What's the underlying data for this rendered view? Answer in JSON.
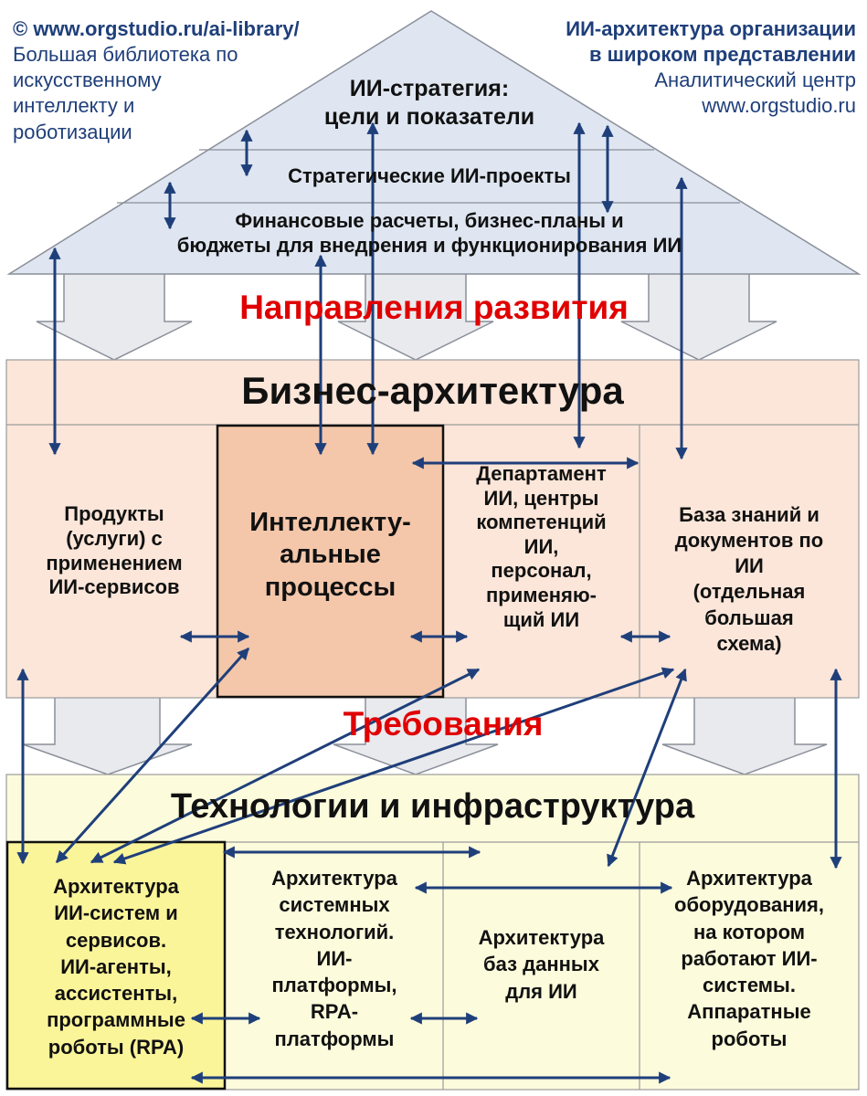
{
  "top_left": {
    "copyright": "© www.orgstudio.ru/ai-library/",
    "lines": [
      "Большая библиотека по",
      "искусственному",
      "интеллекту и",
      "роботизации"
    ]
  },
  "top_right": {
    "title_lines": [
      "ИИ-архитектура организации",
      "в широком представлении"
    ],
    "lines": [
      "Аналитический центр",
      "www.orgstudio.ru"
    ]
  },
  "roof": {
    "strategy": [
      "ИИ-стратегия:",
      "цели и показатели"
    ],
    "projects": "Стратегические ИИ-проекты",
    "finance": [
      "Финансовые расчеты, бизнес-планы и",
      "бюджеты для внедрения и функционирования ИИ"
    ]
  },
  "directions_label": "Направления развития",
  "requirements_label": "Требования",
  "business": {
    "title": "Бизнес-архитектура",
    "products": [
      "Продукты",
      "(услуги) с",
      "применением",
      "ИИ-сервисов"
    ],
    "processes": [
      "Интеллекту-",
      "альные",
      "процессы"
    ],
    "department": [
      "Департамент",
      "ИИ, центры",
      "компетенций",
      "ИИ,",
      "персонал,",
      "применяю-",
      "щий ИИ"
    ],
    "knowledge": [
      "База знаний и",
      "документов по",
      "ИИ",
      "(отдельная",
      "большая",
      "схема)"
    ]
  },
  "tech": {
    "title": "Технологии и инфраструктура",
    "ai_systems": [
      "Архитектура",
      "ИИ-систем и",
      "сервисов.",
      "ИИ-агенты,",
      "ассистенты,",
      "программные",
      "роботы (RPA)"
    ],
    "system_tech": [
      "Архитектура",
      "системных",
      "технологий.",
      "ИИ-",
      "платформы,",
      "RPA-",
      "платформы"
    ],
    "databases": [
      "Архитектура",
      "баз данных",
      "для ИИ"
    ],
    "hardware": [
      "Архитектура",
      "оборудования,",
      "на котором",
      "работают ИИ-",
      "системы.",
      "Аппаратные",
      "роботы"
    ]
  },
  "colors": {
    "roof_fill": "#dfe6f1",
    "business_fill": "#fbe6d9",
    "process_fill": "#f4c7aa",
    "tech_fill": "#fcfbdc",
    "ai_systems_fill": "#fbf59a",
    "arrow": "#1f3f7a",
    "accent": "#e00000"
  }
}
